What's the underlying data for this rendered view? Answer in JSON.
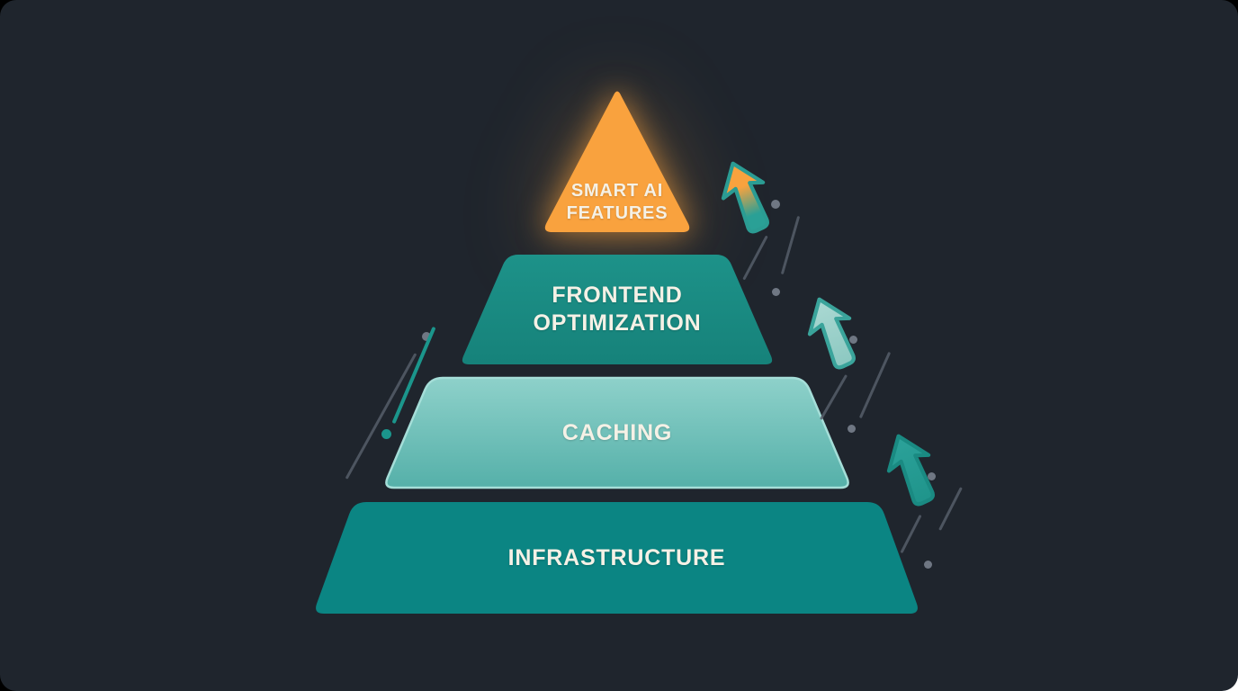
{
  "colors": {
    "canvas_bg": "#1f252d",
    "outer_top": "#000000",
    "outer_bottom_right": "#ffffff",
    "text": "#f5f1e6",
    "orange": "#f9a23e",
    "level2_top": "#1d9289",
    "level2_bottom": "#16827a",
    "teal_mid": "#2aa096",
    "teal_light_top": "#8ed1ca",
    "teal_light_bottom": "#55b0a9",
    "teal_light_border": "#a5ded8",
    "teal_deep": "#0b8583",
    "accent_teal": "#1b968c",
    "dot_gray": "#6f7783",
    "streak_gray": "#565e6a",
    "arrow1_stroke": "#2b9c93",
    "arrow2_fill": "#abd9d3",
    "arrow2_fill_deep": "#8cc8c1",
    "arrow2_stroke": "#3aa49b",
    "arrow3_fill": "#2ca29a",
    "arrow3_fill_deep": "#1f948b",
    "arrow3_stroke": "#1a8a82"
  },
  "pyramid": {
    "levels": [
      {
        "id": "smart-ai-features",
        "lines": [
          "SMART AI",
          "FEATURES"
        ],
        "shape": "triangle",
        "color": "#f9a23e",
        "glow": true
      },
      {
        "id": "frontend-optimization",
        "lines": [
          "FRONTEND",
          "OPTIMIZATION"
        ],
        "shape": "trapezoid",
        "color": "#17867e"
      },
      {
        "id": "caching",
        "lines": [
          "CACHING"
        ],
        "shape": "trapezoid",
        "color": "#6fbdb6",
        "border": "#a5ded8"
      },
      {
        "id": "infrastructure",
        "lines": [
          "INFRASTRUCTURE"
        ],
        "shape": "trapezoid",
        "color": "#0b8583"
      }
    ]
  },
  "decorations": {
    "arrows": [
      {
        "icon": "up-arrow-icon",
        "style": "orange-to-teal-gradient"
      },
      {
        "icon": "up-arrow-icon",
        "style": "light-teal"
      },
      {
        "icon": "up-arrow-icon",
        "style": "solid-teal"
      }
    ],
    "motion_marks": "gray dots and diagonal streak lines along both pyramid slopes",
    "accent_marks": "teal dot and teal diagonal line on left slope"
  }
}
